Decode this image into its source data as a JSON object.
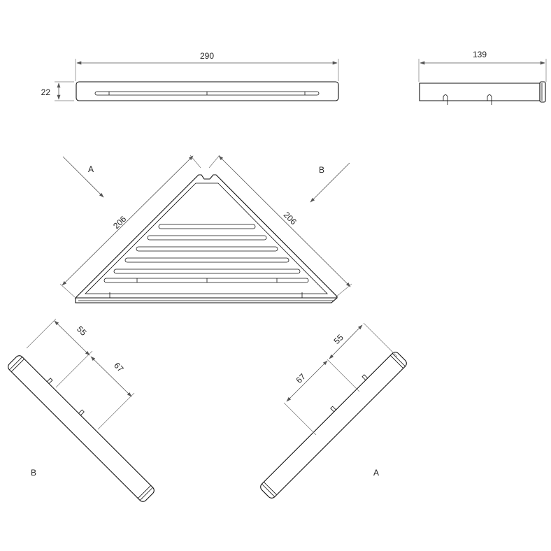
{
  "dimensions": {
    "front_length": "290",
    "front_height": "22",
    "side_length": "139",
    "edge_a": "206",
    "edge_b": "206",
    "left_offset_1": "55",
    "left_offset_2": "67",
    "right_offset_1": "55",
    "right_offset_2": "67"
  },
  "views": {
    "arrow_a": "A",
    "arrow_b": "B",
    "left_view_label": "B",
    "right_view_label": "A"
  },
  "colors": {
    "line": "#111111",
    "dimension": "#555555"
  }
}
